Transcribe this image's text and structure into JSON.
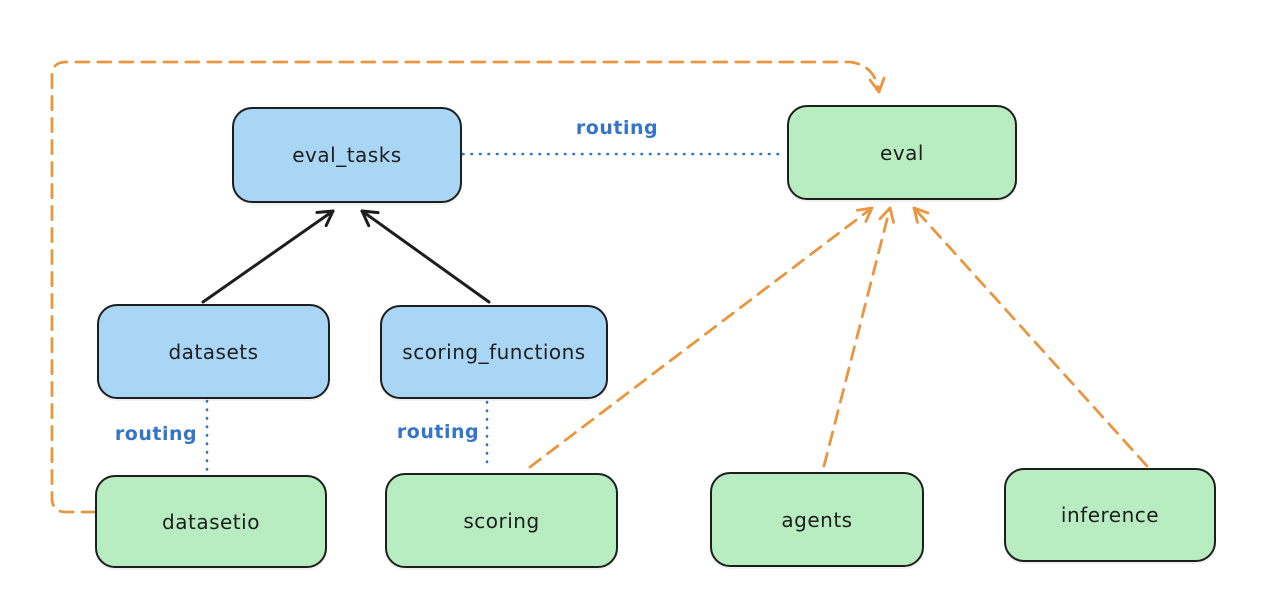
{
  "diagram": {
    "colors": {
      "ink": "#1e1e1e",
      "blue_fill": "#a9d6f5",
      "green_fill": "#b7edc1",
      "routing_blue": "#3575c9",
      "orange": "#e8963f",
      "background": "#ffffff"
    },
    "nodes": [
      {
        "id": "eval_tasks",
        "label": "eval_tasks",
        "fill": "blue"
      },
      {
        "id": "eval",
        "label": "eval",
        "fill": "green"
      },
      {
        "id": "datasets",
        "label": "datasets",
        "fill": "blue"
      },
      {
        "id": "scoring_functions",
        "label": "scoring_functions",
        "fill": "blue"
      },
      {
        "id": "datasetio",
        "label": "datasetio",
        "fill": "green"
      },
      {
        "id": "scoring",
        "label": "scoring",
        "fill": "green"
      },
      {
        "id": "agents",
        "label": "agents",
        "fill": "green"
      },
      {
        "id": "inference",
        "label": "inference",
        "fill": "green"
      }
    ],
    "edges": [
      {
        "from": "datasets",
        "to": "eval_tasks",
        "style": "solid",
        "color": "ink",
        "arrow": true,
        "label": ""
      },
      {
        "from": "scoring_functions",
        "to": "eval_tasks",
        "style": "solid",
        "color": "ink",
        "arrow": true,
        "label": ""
      },
      {
        "from": "eval_tasks",
        "to": "eval",
        "style": "dotted",
        "color": "routing_blue",
        "arrow": false,
        "label": "routing"
      },
      {
        "from": "datasets",
        "to": "datasetio",
        "style": "dotted",
        "color": "routing_blue",
        "arrow": false,
        "label": "routing"
      },
      {
        "from": "scoring_functions",
        "to": "scoring",
        "style": "dotted",
        "color": "routing_blue",
        "arrow": false,
        "label": "routing"
      },
      {
        "from": "datasetio",
        "to": "eval",
        "style": "dashed",
        "color": "orange",
        "arrow": true,
        "label": ""
      },
      {
        "from": "scoring",
        "to": "eval",
        "style": "dashed",
        "color": "orange",
        "arrow": true,
        "label": ""
      },
      {
        "from": "agents",
        "to": "eval",
        "style": "dashed",
        "color": "orange",
        "arrow": true,
        "label": ""
      },
      {
        "from": "inference",
        "to": "eval",
        "style": "dashed",
        "color": "orange",
        "arrow": true,
        "label": ""
      }
    ]
  }
}
